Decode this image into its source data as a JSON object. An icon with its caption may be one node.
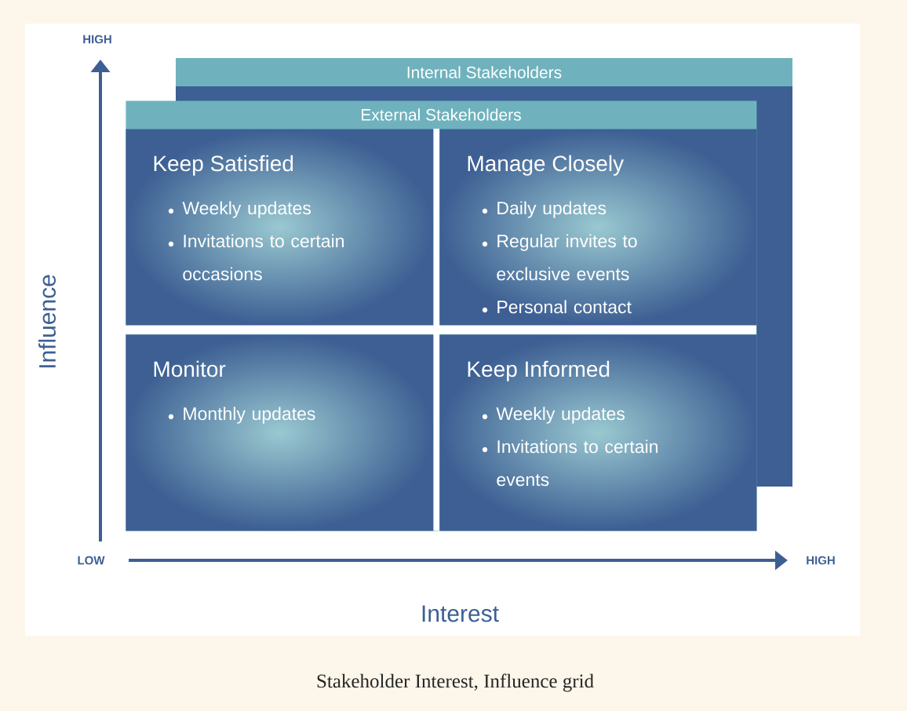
{
  "diagram": {
    "caption": "Stakeholder Interest, Influence grid",
    "nodes": [
      {
        "text": [
          "Internal Stakeholders"
        ]
      },
      {
        "text": [
          "External Stakeholders"
        ]
      },
      {
        "text": [
          "Keep Satisfied",
          "Weekly updates",
          "Invitations to certain occasions"
        ],
        "in": 1
      },
      {
        "text": [
          "Manage Closely",
          "Daily updates",
          "Regular invites to exclusive events",
          "Personal contact"
        ],
        "in": 1
      },
      {
        "text": [
          "Monitor",
          "Monthly updates"
        ],
        "in": 1
      },
      {
        "text": [
          "Keep Informed",
          "Weekly updates",
          "Invitations to certain events"
        ],
        "in": 1
      }
    ],
    "labels": [
      "HIGH",
      "Influence",
      "LOW",
      "HIGH",
      "Interest"
    ]
  }
}
